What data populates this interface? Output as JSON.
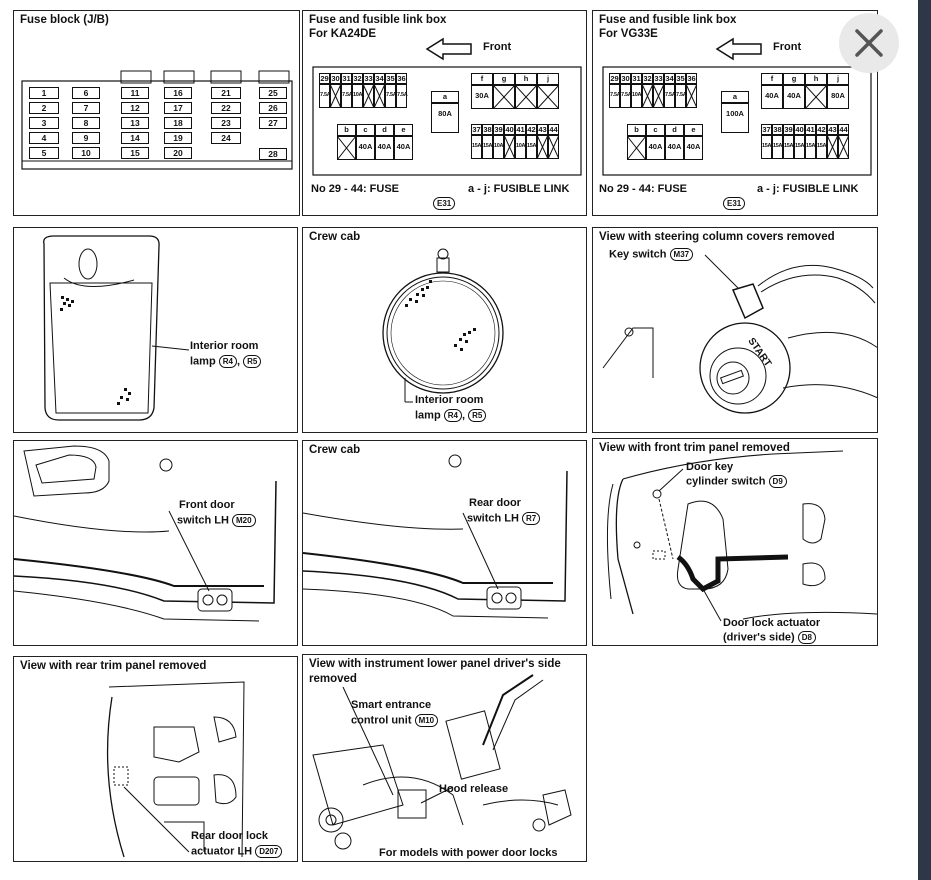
{
  "close_button": {
    "icon": "close-icon"
  },
  "panels": {
    "fuse_block": {
      "title": "Fuse block (J/B)",
      "col1": [
        "1",
        "2",
        "3",
        "4",
        "5"
      ],
      "col2": [
        "6",
        "7",
        "8",
        "9",
        "10"
      ],
      "col3": [
        "11",
        "12",
        "13",
        "14",
        "15"
      ],
      "col4": [
        "16",
        "17",
        "18",
        "19",
        "20"
      ],
      "col5": [
        "21",
        "22",
        "23",
        "24"
      ],
      "col6": [
        "25",
        "26",
        "27",
        "28"
      ]
    },
    "ka24de": {
      "title": "Fuse and fusible link box",
      "subtitle": "For KA24DE",
      "front": "Front",
      "top_nums": [
        "29",
        "30",
        "31",
        "32",
        "33",
        "34",
        "35",
        "36"
      ],
      "top_amps": [
        "7.5A",
        "",
        "7.5A",
        "10A",
        "",
        "",
        "7.5A",
        "7.5A"
      ],
      "a_label": "a",
      "a_amp": "80A",
      "fghj": [
        "f",
        "g",
        "h",
        "j"
      ],
      "fghj_amps": [
        "30A",
        "",
        "",
        ""
      ],
      "bcde": [
        "b",
        "c",
        "d",
        "e"
      ],
      "bcde_amps": [
        "",
        "40A",
        "40A",
        "40A"
      ],
      "bot_nums": [
        "37",
        "38",
        "39",
        "40",
        "41",
        "42",
        "43",
        "44"
      ],
      "bot_amps": [
        "15A",
        "15A",
        "10A",
        "",
        "10A",
        "15A",
        "",
        ""
      ],
      "footer_left": "No 29 - 44:  FUSE",
      "footer_right": "a - j:  FUSIBLE LINK",
      "code": "E31"
    },
    "vg33e": {
      "title": "Fuse and fusible link box",
      "subtitle": "For VG33E",
      "front": "Front",
      "top_nums": [
        "29",
        "30",
        "31",
        "32",
        "33",
        "34",
        "35",
        "36"
      ],
      "top_amps": [
        "7.5A",
        "7.5A",
        "10A",
        "",
        "",
        "7.5A",
        "7.5A",
        ""
      ],
      "a_label": "a",
      "a_amp": "100A",
      "fghj": [
        "f",
        "g",
        "h",
        "j"
      ],
      "fghj_amps": [
        "40A",
        "40A",
        "",
        "80A"
      ],
      "bcde": [
        "b",
        "c",
        "d",
        "e"
      ],
      "bcde_amps": [
        "",
        "40A",
        "40A",
        "40A"
      ],
      "bot_nums": [
        "37",
        "38",
        "39",
        "40",
        "41",
        "42",
        "43",
        "44"
      ],
      "bot_amps": [
        "15A",
        "15A",
        "15A",
        "15A",
        "15A",
        "15A",
        "",
        ""
      ],
      "footer_left": "No 29 - 44:  FUSE",
      "footer_right": "a - j:  FUSIBLE LINK",
      "code": "E31"
    },
    "room_lamp": {
      "label1": "Interior room",
      "label2": "lamp",
      "code1": "R4",
      "sep": ",",
      "code2": "R5"
    },
    "crew_cab_lamp": {
      "title": "Crew cab",
      "label1": "Interior room",
      "label2": "lamp",
      "code1": "R4",
      "sep": ",",
      "code2": "R5"
    },
    "key_switch": {
      "title": "View with steering column covers removed",
      "label": "Key switch",
      "code": "M37",
      "start": "START"
    },
    "front_door": {
      "label1": "Front door",
      "label2": "switch LH",
      "code": "M20"
    },
    "rear_door": {
      "title": "Crew cab",
      "label1": "Rear door",
      "label2": "switch LH",
      "code": "R7"
    },
    "front_trim": {
      "title": "View with front trim panel removed",
      "label1": "Door key",
      "label2": "cylinder switch",
      "code1": "D9",
      "label3": "Door lock actuator",
      "label4": "(driver's side)",
      "code2": "D8"
    },
    "rear_trim": {
      "title": "View with rear trim panel removed",
      "label1": "Rear door lock",
      "label2": "actuator LH",
      "code": "D207"
    },
    "instrument": {
      "title1": "View with instrument lower panel driver's side",
      "title2": "removed",
      "label1": "Smart entrance",
      "label2": "control unit",
      "code": "M10",
      "label3": "Hood release",
      "footer": "For models with power door locks"
    }
  }
}
